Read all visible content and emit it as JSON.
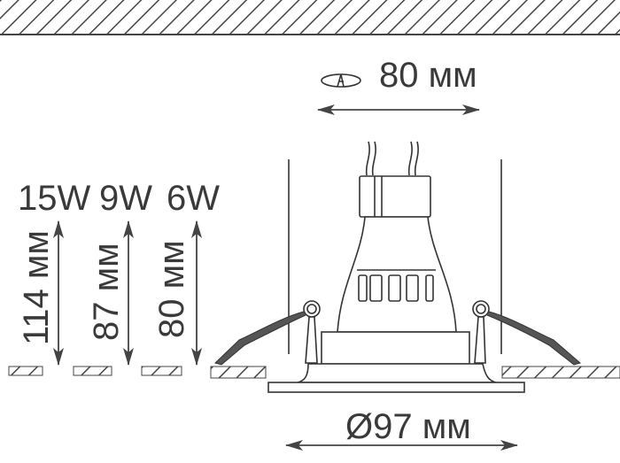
{
  "cutout_label": "80 мм",
  "cutout_icon": "rotate-cut-icon",
  "wattages": [
    "15W",
    "9W",
    "6W"
  ],
  "heights": [
    "114 мм",
    "87 мм",
    "80 мм"
  ],
  "diameter_label": "Ø97 мм",
  "colors": {
    "line": "#333333",
    "text": "#3a3a3a"
  }
}
